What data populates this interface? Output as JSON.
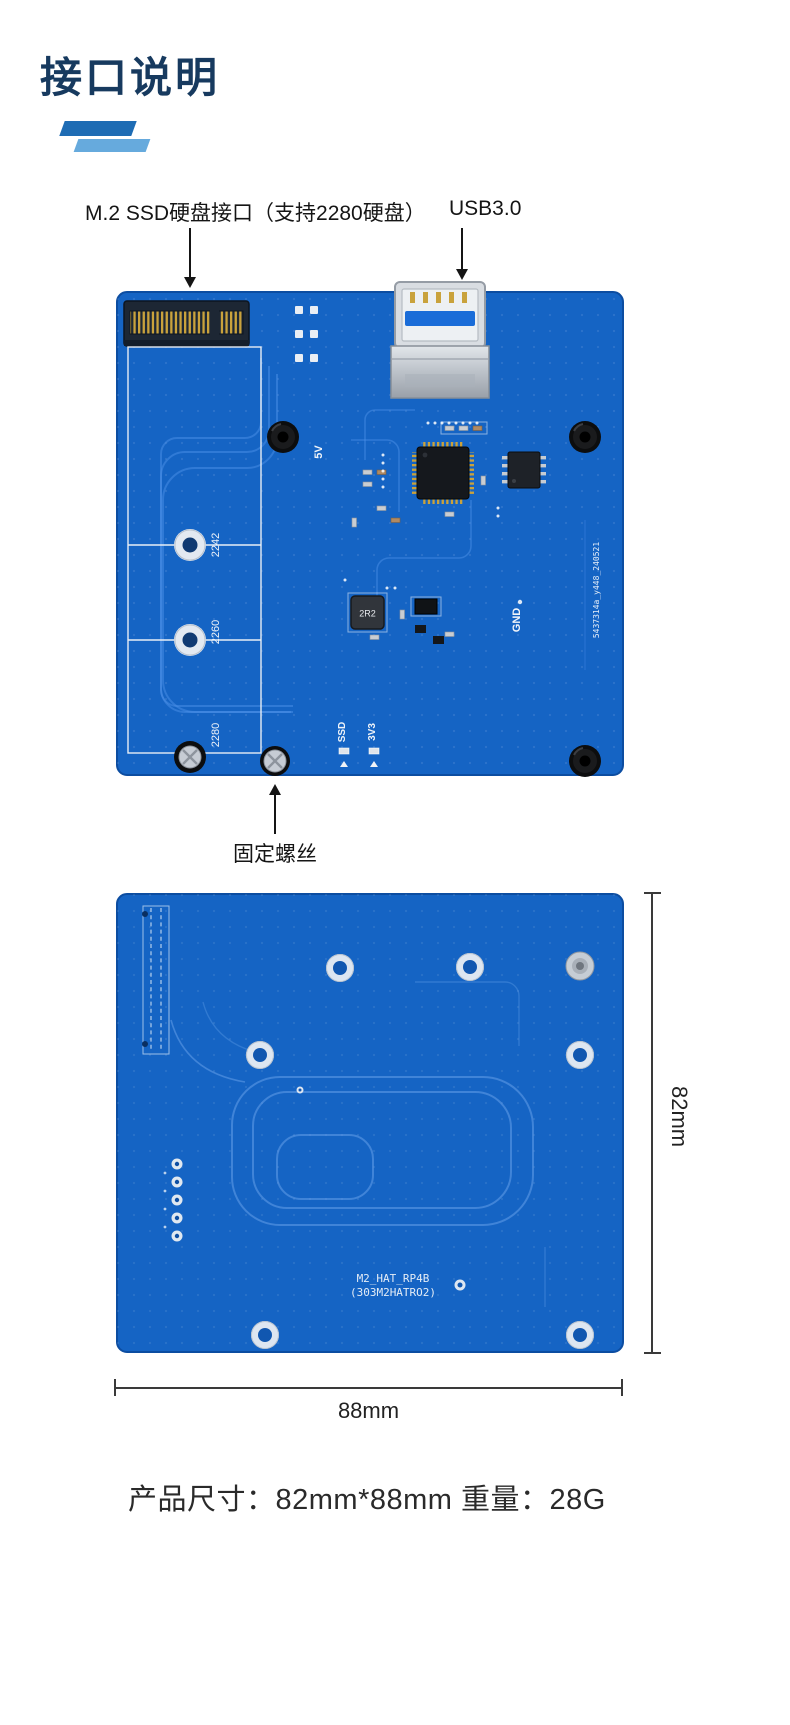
{
  "header": {
    "title": "接口说明"
  },
  "annotations": {
    "m2": "M.2 SSD硬盘接口（支持2280硬盘）",
    "usb": "USB3.0",
    "screw": "固定螺丝"
  },
  "board_top": {
    "silkscreen": {
      "v5": "5V",
      "gnd": "GND",
      "ssd": "SSD",
      "v3": "3V3",
      "size_2242": "2242",
      "size_2260": "2260",
      "size_2280": "2280",
      "inductor": "2R2",
      "serial": "5437314a_y448_240521"
    }
  },
  "board_bottom": {
    "model": "M2_HAT_RP4B",
    "part_no": "(303M2HATRO2)"
  },
  "dimensions": {
    "height_label": "82mm",
    "width_label": "88mm"
  },
  "footer": {
    "spec": "产品尺寸：82mm*88mm  重量：28G"
  },
  "colors": {
    "title": "#173a5f",
    "accent_dark": "#1e6cb4",
    "accent_light": "#66aadd",
    "pcb_blue": "#1564c4",
    "gold": "#c9a23c",
    "dimension_line": "#3a3a3a"
  }
}
